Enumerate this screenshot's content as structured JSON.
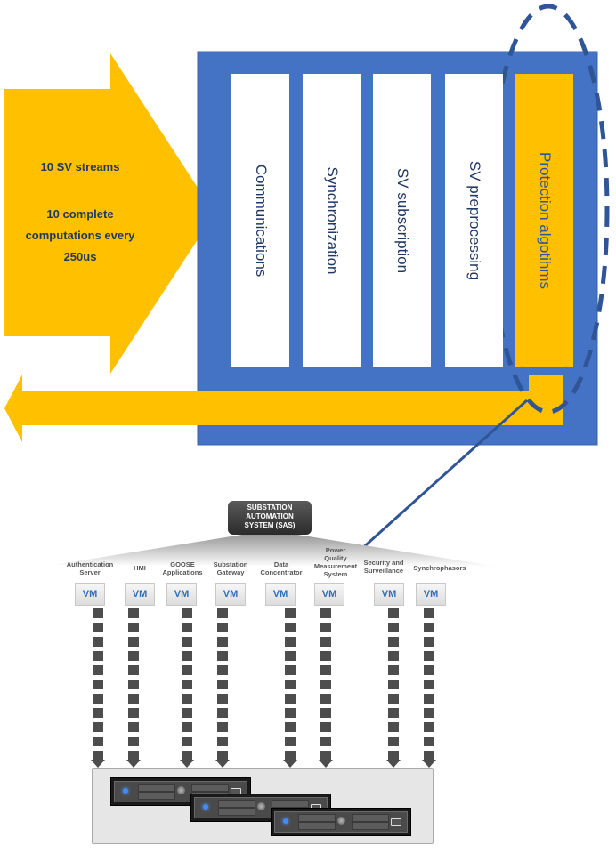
{
  "input_arrow": {
    "line1": "10 SV streams",
    "line2": "10 complete",
    "line3": "computations every",
    "line4": "250us"
  },
  "processing_stages": [
    {
      "label": "Communications",
      "highlighted": false
    },
    {
      "label": "Synchronization",
      "highlighted": false
    },
    {
      "label": "SV subscription",
      "highlighted": false
    },
    {
      "label": "SV preprocessing",
      "highlighted": false
    },
    {
      "label": "Protection algotihms",
      "highlighted": true
    }
  ],
  "sas": {
    "title": "SUBSTATION AUTOMATION SYSTEM (SAS)",
    "title_lines": [
      "SUBSTATION",
      "AUTOMATION",
      "SYSTEM (SAS)"
    ],
    "applications": [
      {
        "lines": [
          "Authentication",
          "Server"
        ],
        "vm": "VM"
      },
      {
        "lines": [
          "HMI"
        ],
        "vm": "VM"
      },
      {
        "lines": [
          "GOOSE",
          "Applications"
        ],
        "vm": "VM"
      },
      {
        "lines": [
          "Substation",
          "Gateway"
        ],
        "vm": "VM"
      },
      {
        "lines": [
          "Data",
          "Concentrator"
        ],
        "vm": "VM"
      },
      {
        "lines": [
          "Power",
          "Quality",
          "Measurement",
          "System"
        ],
        "vm": "VM"
      },
      {
        "lines": [
          "Security and",
          "Surveillance"
        ],
        "vm": "VM"
      },
      {
        "lines": [
          "Synchrophasors"
        ],
        "vm": "VM"
      }
    ],
    "server_count": 3
  },
  "colors": {
    "gold": "#FFC000",
    "blue_box": "#4472C4",
    "dark_blue_line": "#2F5597",
    "text_navy": "#1F3864"
  }
}
